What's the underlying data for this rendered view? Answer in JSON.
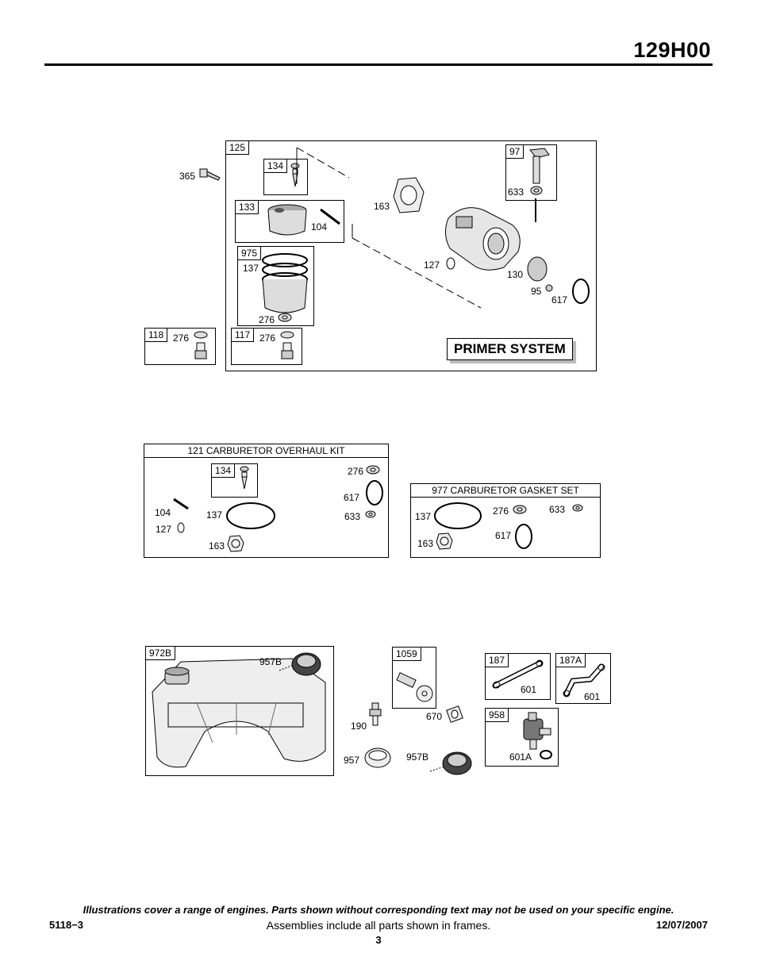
{
  "header": {
    "model": "129H00"
  },
  "primer_section": {
    "title": "PRIMER SYSTEM",
    "frames": {
      "f125": "125",
      "f134": "134",
      "f133": "133",
      "f975": "975",
      "f97": "97",
      "f118": "118",
      "f117": "117"
    },
    "labels": {
      "l365": "365",
      "l104": "104",
      "l163": "163",
      "l137": "137",
      "l276a": "276",
      "l127": "127",
      "l130": "130",
      "l95": "95",
      "l617": "617",
      "l633": "633",
      "l276b": "276",
      "l276c": "276"
    }
  },
  "carb_kit": {
    "title": "121 CARBURETOR OVERHAUL KIT",
    "frame134": "134",
    "labels": {
      "l104": "104",
      "l127": "127",
      "l137": "137",
      "l163": "163",
      "l276": "276",
      "l617": "617",
      "l633": "633"
    }
  },
  "gasket_set": {
    "title": "977 CARBURETOR GASKET SET",
    "labels": {
      "l137": "137",
      "l163": "163",
      "l276": "276",
      "l617": "617",
      "l633": "633"
    }
  },
  "tank_section": {
    "frames": {
      "f972B": "972B",
      "f1059": "1059",
      "f187": "187",
      "f187A": "187A",
      "f958": "958"
    },
    "labels": {
      "l957B_a": "957B",
      "l190": "190",
      "l670": "670",
      "l957": "957",
      "l957B_b": "957B",
      "l601_a": "601",
      "l601_b": "601",
      "l601A": "601A"
    }
  },
  "footer": {
    "note": "Illustrations cover a range of engines. Parts shown without corresponding text may not be used on your specific engine.",
    "doc_number": "5118−3",
    "assemblies": "Assemblies include all parts shown in frames.",
    "date": "12/07/2007",
    "page": "3"
  }
}
